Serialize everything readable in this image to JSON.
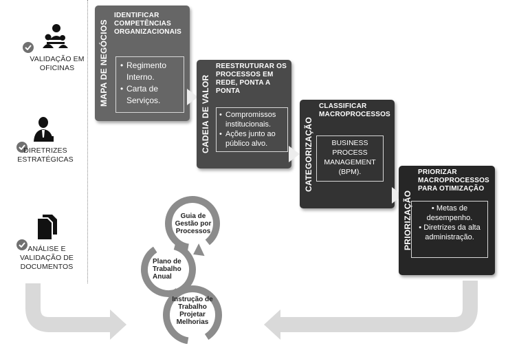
{
  "left_panel": {
    "items": [
      {
        "icon": "meeting-people-icon",
        "label_line1": "VALIDAÇÃO EM",
        "label_line2": "OFICINAS"
      },
      {
        "icon": "executive-person-icon",
        "label_line1": "DIRETRIZES",
        "label_line2": "ESTRATÉGICAS"
      },
      {
        "icon": "documents-icon",
        "label_line1": "ANÁLISE E",
        "label_line2": "VALIDAÇÃO DE",
        "label_line3": "DOCUMENTOS"
      }
    ]
  },
  "steps": [
    {
      "vertical_label": "MAPA DE NEGÓCIOS",
      "title_line1": "IDENTIFICAR",
      "title_line2": "COMPETÊNCIAS",
      "title_line3": "ORGANIZACIONAIS",
      "bullets": [
        "Regimento Interno.",
        "Carta de Serviços."
      ],
      "color": "#666666"
    },
    {
      "vertical_label": "CADEIA DE VALOR",
      "title_line1": "REESTRUTURAR OS",
      "title_line2": "PROCESSOS EM",
      "title_line3": "REDE, PONTA A",
      "title_line4": "PONTA",
      "bullets": [
        "Compromissos institucionais.",
        "Ações junto ao público alvo."
      ],
      "color": "#4a4a4a"
    },
    {
      "vertical_label": "CATEGORIZAÇÃO",
      "title_line1": "CLASSIFICAR",
      "title_line2": "MACROPROCESSOS",
      "box_text": "BUSINESS PROCESS MANAGEMENT (BPM).",
      "color": "#333333"
    },
    {
      "vertical_label": "PRIORIZAÇÃO",
      "title_line1": "PRIORIZAR",
      "title_line2": "MACROPROCESSOS",
      "title_line3": "PARA OTIMIZAÇÃO",
      "bullets": [
        "Metas de desempenho.",
        "Diretrizes da alta administração."
      ],
      "color": "#262626"
    }
  ],
  "cycle": {
    "items": [
      {
        "line1": "Guia de",
        "line2": "Gestão por",
        "line3": "Processos"
      },
      {
        "line1": "Plano de",
        "line2": "Trabalho",
        "line3": "Anual"
      },
      {
        "line1": "Instrução de",
        "line2": "Trabalho",
        "line3": "Projetar",
        "line4": "Melhorias"
      }
    ]
  },
  "colors": {
    "ring": "#8c8c8c",
    "flow_arrow": "#d9d9d9",
    "chevron": "#ededed"
  }
}
